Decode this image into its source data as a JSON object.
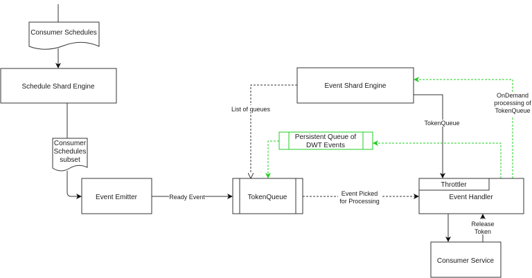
{
  "nodes": {
    "consumer_schedules": "Consumer Schedules",
    "schedule_shard_engine": "Schedule Shard Engine",
    "consumer_schedules_subset": [
      "Consumer",
      "Schedules",
      "subset"
    ],
    "event_emitter": "Event Emitter",
    "token_queue": "TokenQueue",
    "event_shard_engine": "Event Shard Engine",
    "persistent_queue": [
      "Persistent  Queue of",
      "DWT Events"
    ],
    "throttler": "Throttler",
    "event_handler": "Event Handler",
    "consumer_service": "Consumer Service"
  },
  "edges": {
    "ready_event": "Ready Event",
    "list_of_queues": "List of queues",
    "token_queue": "TokenQueue",
    "event_picked": [
      "Event Picked",
      "for Processing"
    ],
    "ondemand": [
      "OnDemand",
      "processing of",
      "TokenQueue"
    ],
    "release_token": [
      "Release",
      "Token"
    ]
  },
  "colors": {
    "accent": "#22cc22",
    "stroke": "#333333"
  }
}
